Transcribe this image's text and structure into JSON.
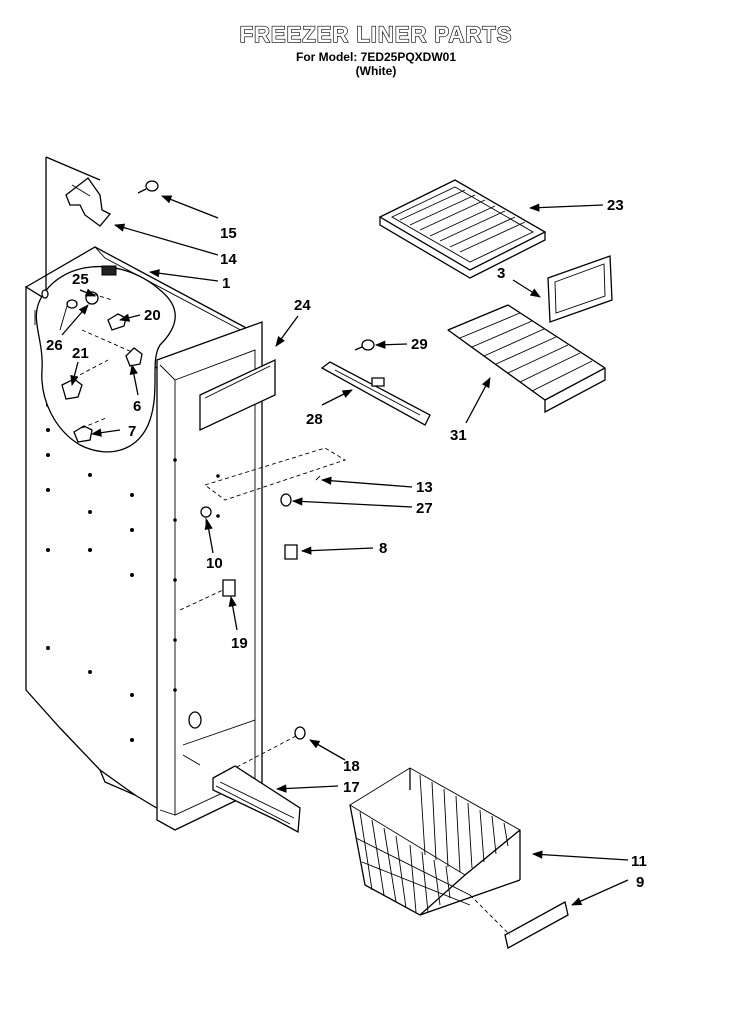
{
  "header": {
    "title": "FREEZER LINER PARTS",
    "subtitle": "For Model: 7ED25PQXDW01",
    "variant": "(White)"
  },
  "callouts": [
    {
      "id": "c15",
      "label": "15"
    },
    {
      "id": "c14",
      "label": "14"
    },
    {
      "id": "c1",
      "label": "1"
    },
    {
      "id": "c25",
      "label": "25"
    },
    {
      "id": "c20",
      "label": "20"
    },
    {
      "id": "c26",
      "label": "26"
    },
    {
      "id": "c21",
      "label": "21"
    },
    {
      "id": "c6",
      "label": "6"
    },
    {
      "id": "c7",
      "label": "7"
    },
    {
      "id": "c24",
      "label": "24"
    },
    {
      "id": "c23",
      "label": "23"
    },
    {
      "id": "c3",
      "label": "3"
    },
    {
      "id": "c29",
      "label": "29"
    },
    {
      "id": "c28",
      "label": "28"
    },
    {
      "id": "c31",
      "label": "31"
    },
    {
      "id": "c13",
      "label": "13"
    },
    {
      "id": "c27",
      "label": "27"
    },
    {
      "id": "c10",
      "label": "10"
    },
    {
      "id": "c8",
      "label": "8"
    },
    {
      "id": "c19",
      "label": "19"
    },
    {
      "id": "c18",
      "label": "18"
    },
    {
      "id": "c17",
      "label": "17"
    },
    {
      "id": "c11",
      "label": "11"
    },
    {
      "id": "c9",
      "label": "9"
    }
  ]
}
